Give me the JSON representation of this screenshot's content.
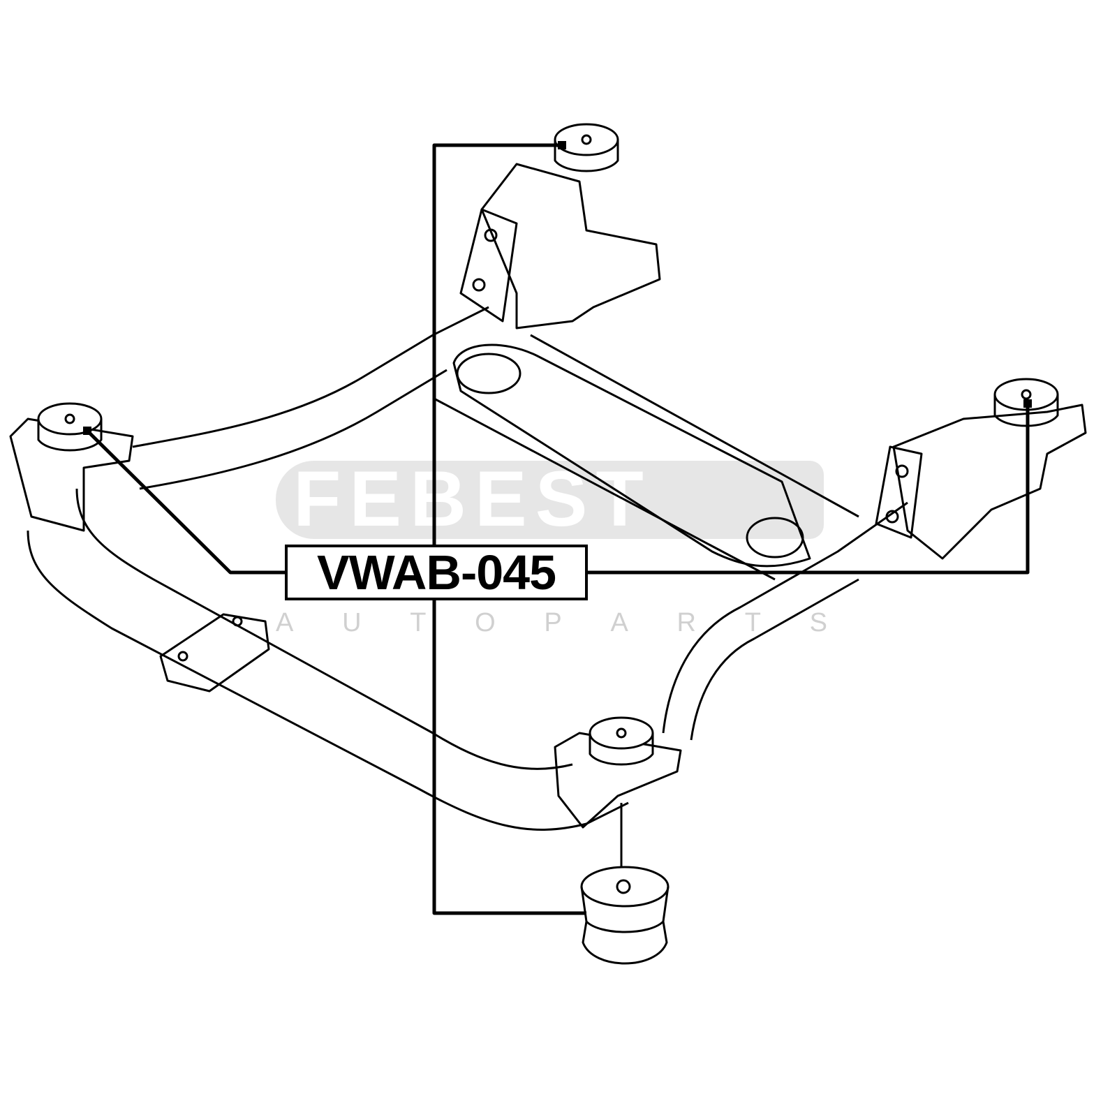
{
  "part_number": "VWAB-045",
  "watermark": {
    "brand": "FEBEST",
    "sub": [
      "A",
      "U",
      "T",
      "O",
      "P",
      "A",
      "R",
      "T",
      "S"
    ]
  },
  "colors": {
    "line": "#000000",
    "watermark": "#e6e6e6"
  }
}
